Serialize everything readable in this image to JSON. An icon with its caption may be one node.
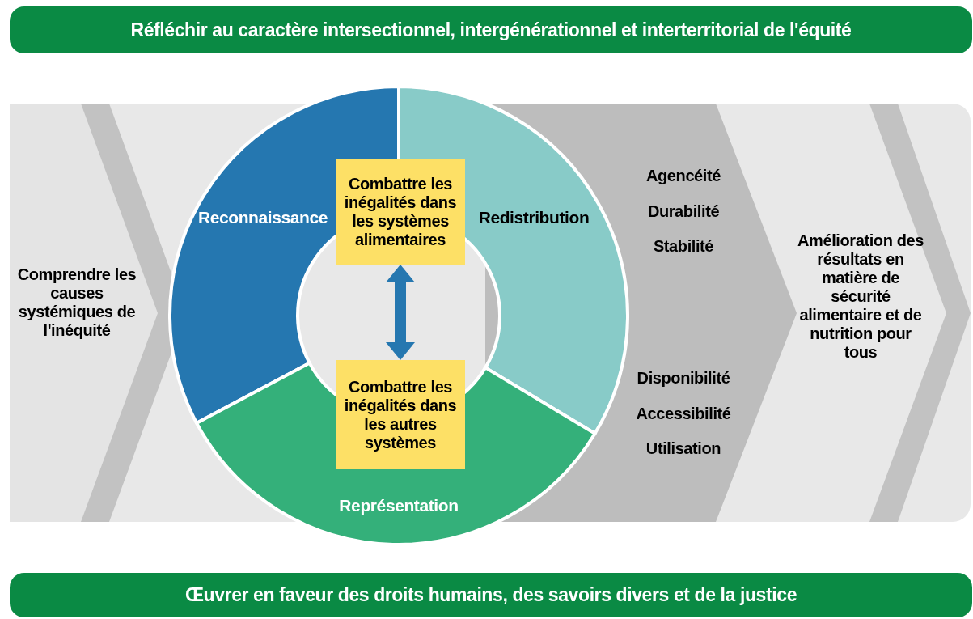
{
  "diagram": {
    "nodes": [
      {
        "text": [
          "Réfléchir au caractère intersectionnel, intergénérationnel et interterritorial de l'équité"
        ]
      },
      {
        "text": [
          "Comprendre les causes systémiques de l'inéquité"
        ]
      },
      {
        "text": [
          "Reconnaissance"
        ]
      },
      {
        "text": [
          "Redistribution"
        ]
      },
      {
        "text": [
          "Combattre les inégalités dans les systèmes alimentaires"
        ]
      },
      {
        "text": [
          "Combattre les inégalités dans les autres systèmes"
        ]
      },
      {
        "text": [
          "Représentation"
        ]
      },
      {
        "text": [
          "Agencéité",
          "Durabilité",
          "Stabilité",
          "Disponibilité",
          "Accessibilité",
          "Utilisation"
        ]
      },
      {
        "text": [
          "Amélioration des résultats en matière de sécurité alimentaire et de nutrition pour tous"
        ]
      },
      {
        "text": [
          "Œuvrer en faveur des droits humains, des savoirs divers et de la justice"
        ]
      }
    ],
    "edges": [
      {
        "from": 4,
        "to": 5,
        "arrow": "both"
      }
    ]
  }
}
